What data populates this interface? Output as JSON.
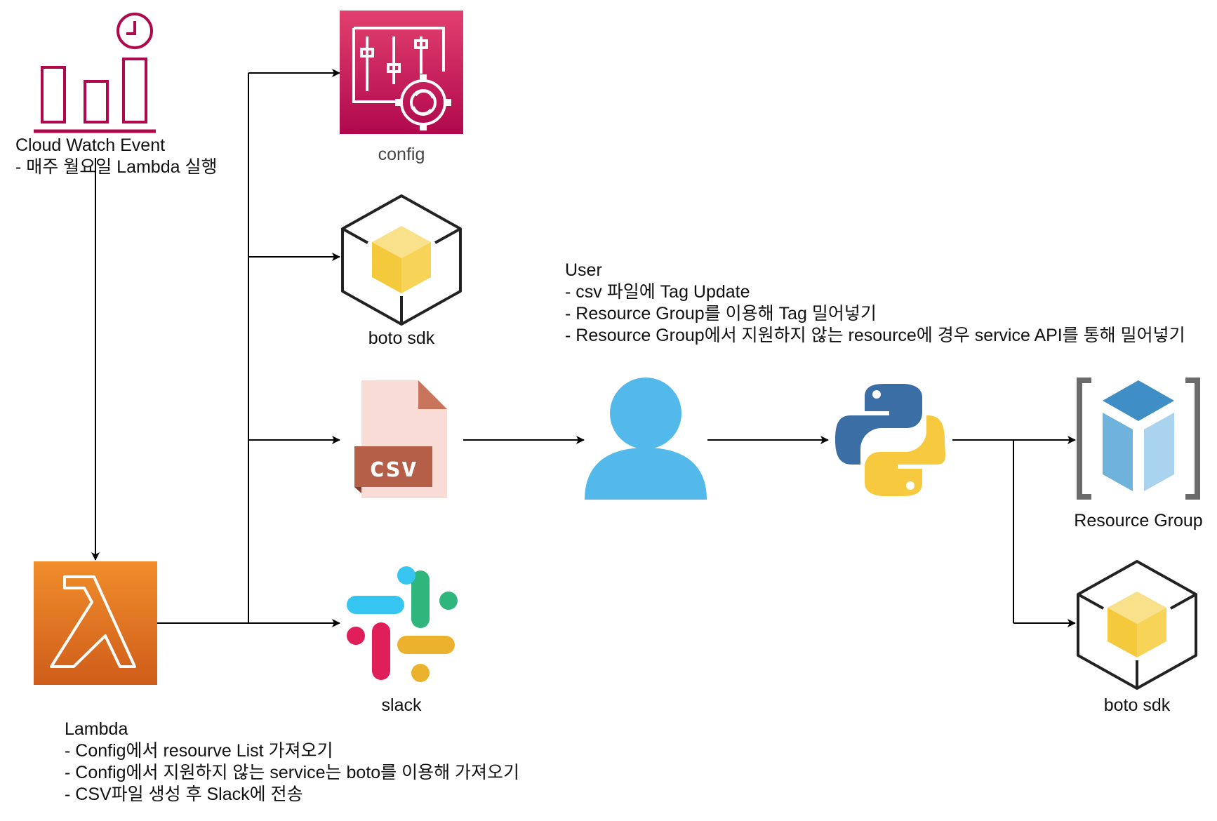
{
  "cloudwatch": {
    "title": "Cloud Watch Event",
    "detail": "- 매주 월요일 Lambda 실행"
  },
  "services": {
    "config": "config",
    "boto_sdk_left": "boto sdk",
    "slack": "slack",
    "resource_group": "Resource Group",
    "boto_sdk_right": "boto sdk",
    "csv_badge": "csv"
  },
  "user_note": {
    "title": "User",
    "lines": [
      "- csv 파일에 Tag Update",
      "- Resource Group를 이용해 Tag 밀어넣기",
      "- Resource Group에서 지원하지 않는 resource에 경우 service API를 통해 밀어넣기"
    ]
  },
  "lambda_note": {
    "title": "Lambda",
    "lines": [
      "- Config에서 resourve List 가져오기",
      "- Config에서 지원하지 않는 service는 boto를 이용해 가져오기",
      "- CSV파일 생성 후 Slack에 전송"
    ]
  },
  "colors": {
    "cloudwatch": "#b0084d",
    "config_top": "#e2406f",
    "config_bottom": "#b0084d",
    "lambda_top": "#f08d2b",
    "lambda_bottom": "#cf5d1a",
    "csv_page": "#f9dcd6",
    "csv_fold": "#c9745c",
    "csv_badge": "#b65f48",
    "user": "#52b9ea",
    "python_blue": "#3a6ea5",
    "python_yellow": "#f6c93f",
    "box_yellow": "#f7d458",
    "resource_blue_top": "#3f8fc6",
    "resource_blue_left": "#6fb3dd",
    "resource_blue_right": "#a9d3ee",
    "bracket": "#6b6b6b",
    "slack_blue": "#36c5f0",
    "slack_green": "#2eb67d",
    "slack_yellow": "#ecb22e",
    "slack_red": "#e01e5a"
  },
  "icons": [
    "cloudwatch-event-icon",
    "config-icon",
    "boto-sdk-icon",
    "csv-file-icon",
    "slack-icon",
    "lambda-icon",
    "user-icon",
    "python-icon",
    "resource-group-icon"
  ]
}
